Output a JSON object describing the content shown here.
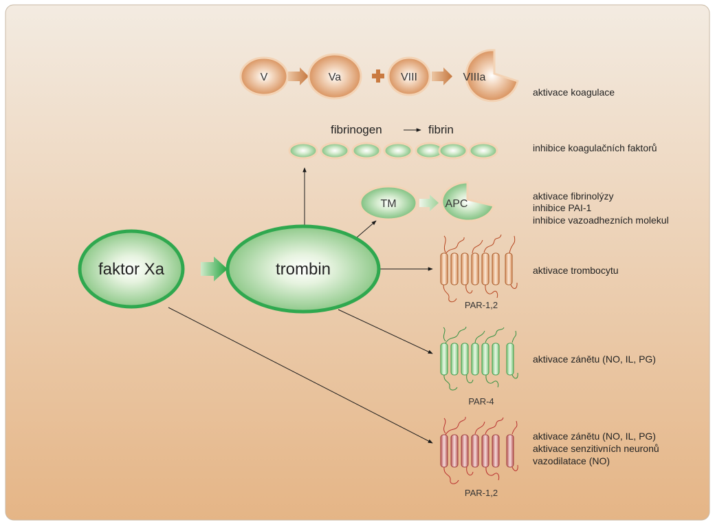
{
  "nodes": {
    "factor_xa": "faktor Xa",
    "thrombin": "trombin",
    "v": "V",
    "va": "Va",
    "viii": "VIII",
    "viiia": "VIIIa",
    "tm": "TM",
    "apc": "APC",
    "fibrinogen": "fibrinogen",
    "fibrin": "fibrin"
  },
  "receptors": {
    "par12_top": "PAR-1,2",
    "par4": "PAR-4",
    "par12_bottom": "PAR-1,2"
  },
  "effects": {
    "coagulation": [
      "aktivace koagulace"
    ],
    "factors": [
      "inhibice koagulačních faktorů"
    ],
    "fibrinolysis": [
      "aktivace fibrinolýzy",
      "inhibice PAI-1",
      "inhibice vazoadhezních molekul"
    ],
    "platelets": [
      "aktivace trombocytu"
    ],
    "inflammation": [
      "aktivace zánětu (NO, IL, PG)"
    ],
    "neurons": [
      "aktivace zánětu (NO, IL, PG)",
      "aktivace senzitivních neuronů",
      "vazodilatace (NO)"
    ]
  },
  "colors": {
    "green": "#2fa84f",
    "orange": "#cd7f45",
    "red": "#c0392b"
  }
}
